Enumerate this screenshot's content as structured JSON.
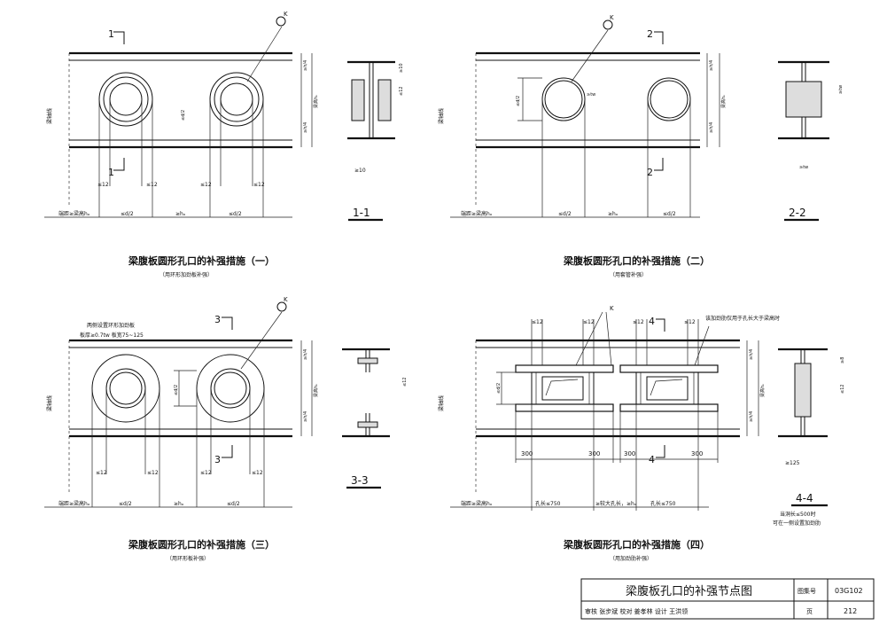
{
  "common": {
    "end_distance": "端距≥梁高hₒ",
    "beam_axis": "梁轴线",
    "le12": "≤12",
    "half_d": "≤d/2",
    "ge_h0": "≥hₒ",
    "h_quarter": "≥h/4",
    "beam_height": "梁高hₒ",
    "d_over2": "≤d/2",
    "marker_k": "K"
  },
  "panel1": {
    "title": "梁腹板圆形孔口的补强措施（一）",
    "subtitle": "（用环形加劲板补强）",
    "sec_label_top": "1",
    "sec_label_bot": "1",
    "section_title": "1-1",
    "dim_10_a": "≥10",
    "dim_10_b": "≥10",
    "dim_12": "≤12"
  },
  "panel2": {
    "title": "梁腹板圆形孔口的补强措施（二）",
    "subtitle": "（用套管补强）",
    "sec_label_top": "2",
    "sec_label_bot": "2",
    "section_title": "2-2",
    "dim_tw": "≥tw",
    "dim_t": "≥tw",
    "dim_tr": "≥tw"
  },
  "panel3": {
    "title": "梁腹板圆形孔口的补强措施（三）",
    "subtitle": "（用环形板补强）",
    "note1": "两侧设置环形加劲板",
    "note2": "板厚≥0.7tw  板宽75~125",
    "sec_label_top": "3",
    "sec_label_bot": "3",
    "section_title": "3-3",
    "dim_12": "≤12"
  },
  "panel4": {
    "title": "梁腹板圆形孔口的补强措施（四）",
    "subtitle": "（用加劲肋补强）",
    "note": "该加劲肋仅用于孔长大于梁高时",
    "dim300": "300",
    "hole_len_a": "孔长≤750",
    "hole_len_b": "孔长≤750",
    "mid": "≥较大孔长，≥hₒ",
    "sec_label_top": "4",
    "sec_label_bot": "4",
    "section_title": "4-4",
    "dim_8": "≥8",
    "dim_125": "≥125",
    "dim_12": "≤12",
    "note_sec1": "当洞长≤500时",
    "note_sec2": "可在一侧设置加劲肋"
  },
  "title_block": {
    "drawing_title": "梁腹板孔口的补强节点图",
    "atlas_label": "图集号",
    "atlas_no": "03G102",
    "row2": "审核 张步斌   校对 姜孝林   设计 王洪领",
    "page_label": "页",
    "page_no": "212"
  }
}
